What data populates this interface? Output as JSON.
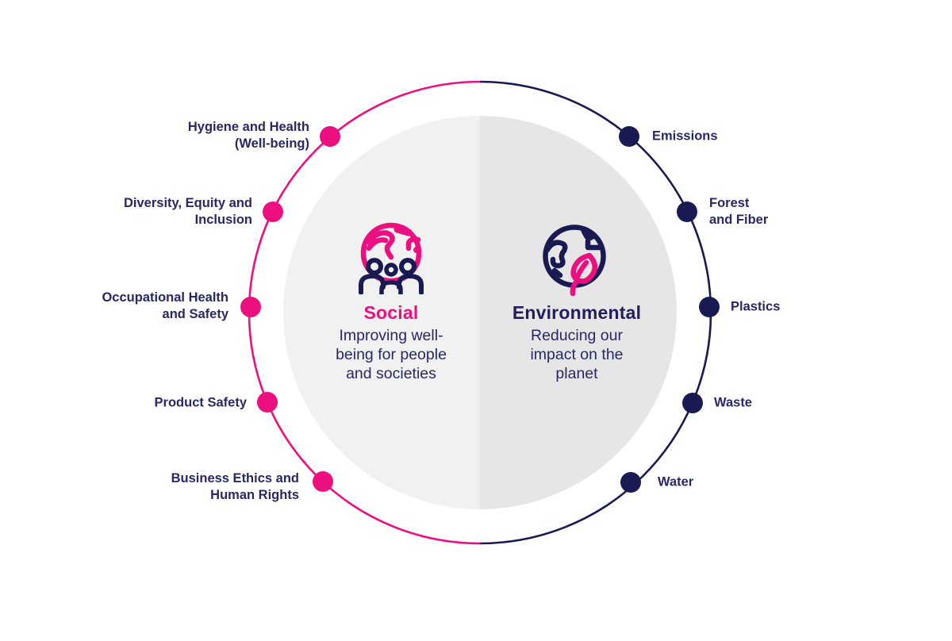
{
  "colors": {
    "pink": "#EC0F7F",
    "navy": "#1A1A52",
    "text_navy": "#2A2766",
    "social_half_fill": "#F1F1F1",
    "environmental_half_fill": "#E6E6E6",
    "background": "#FFFFFF"
  },
  "social": {
    "title": "Social",
    "description": "Improving well-\nbeing for people\nand societies",
    "icon": "people-globe-icon",
    "items": [
      {
        "label": "Hygiene and Health\n(Well-being)"
      },
      {
        "label": "Diversity, Equity and\nInclusion"
      },
      {
        "label": "Occupational Health\nand Safety"
      },
      {
        "label": "Product Safety"
      },
      {
        "label": "Business Ethics and\nHuman Rights"
      }
    ]
  },
  "environmental": {
    "title": "Environmental",
    "description": "Reducing our\nimpact on the\nplanet",
    "icon": "globe-leaf-icon",
    "items": [
      {
        "label": "Emissions"
      },
      {
        "label": "Forest\nand Fiber"
      },
      {
        "label": "Plastics"
      },
      {
        "label": "Waste"
      },
      {
        "label": "Water"
      }
    ]
  }
}
